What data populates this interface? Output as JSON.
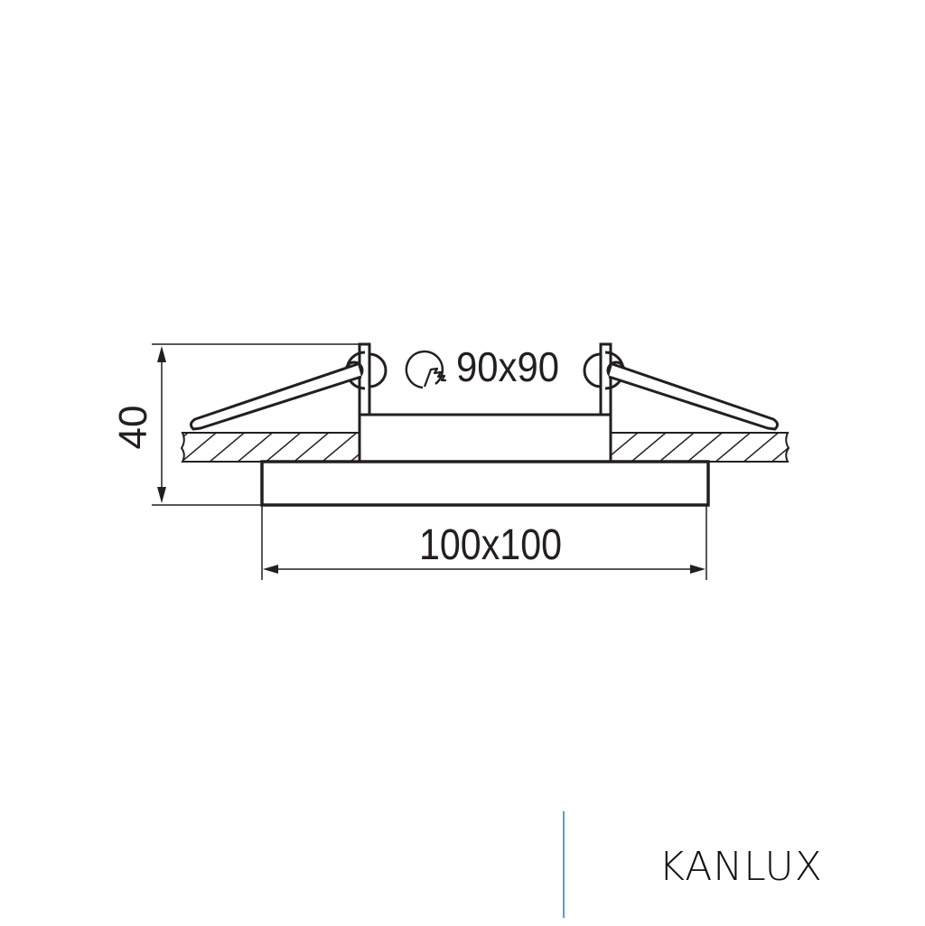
{
  "diagram": {
    "type": "technical-cross-section",
    "subject": "recessed downlight fitting with spring clips mounted in ceiling panel",
    "labels": {
      "height_dimension": "40",
      "outer_dimension": "100x100",
      "cutout_dimension": "90x90"
    },
    "icons": {
      "cutout_symbol": "ceiling-cutout-icon"
    },
    "colors": {
      "line": "#231f20",
      "background": "#ffffff",
      "divider": "#4aa8c0"
    }
  },
  "brand": {
    "name": "KANLUX"
  }
}
